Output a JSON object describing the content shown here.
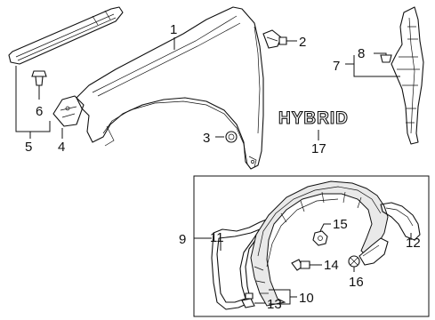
{
  "emblem_text": "HYBRID",
  "callouts": [
    "1",
    "2",
    "3",
    "4",
    "5",
    "6",
    "7",
    "8",
    "9",
    "10",
    "11",
    "12",
    "13",
    "14",
    "15",
    "16",
    "17"
  ],
  "callout_names": [
    "fender-panel",
    "bolt",
    "plug",
    "bracket",
    "seal-assembly",
    "clip",
    "garnish-assembly",
    "retainer",
    "liner-assembly",
    "splash-shield",
    "seal",
    "shield",
    "clip",
    "screw",
    "nut",
    "screw",
    "emblem"
  ]
}
